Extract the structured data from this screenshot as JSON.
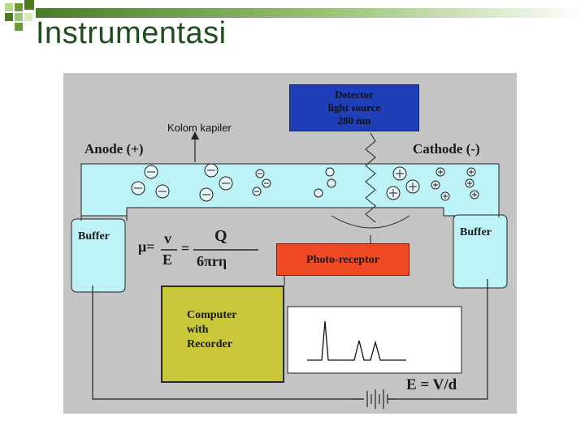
{
  "slide": {
    "title": "Instrumentasi"
  },
  "diagram": {
    "kolom_label": "Kolom kapiler",
    "anode_label": "Anode (+)",
    "cathode_label": "Cathode (-)",
    "detector_lines": [
      "Detector",
      "light source",
      "280 nm"
    ],
    "buffer_left": "Buffer",
    "buffer_right": "Buffer",
    "photo_receptor": "Photo-receptor",
    "computer_lines": [
      "Computer",
      "with",
      "Recorder"
    ],
    "equation_mu": "μ=",
    "equation_v": "v",
    "equation_E": "E",
    "equation_eq": "=",
    "equation_Q": "Q",
    "equation_den": "6πrη",
    "field_equation": "E = V/d"
  },
  "colors": {
    "panel": "#c4c4c4",
    "capillary": "#bdf3f7",
    "detector": "#1f3fb8",
    "photo_receptor": "#ef4a24",
    "computer": "#c9c83a",
    "title": "#1f4d1f"
  }
}
